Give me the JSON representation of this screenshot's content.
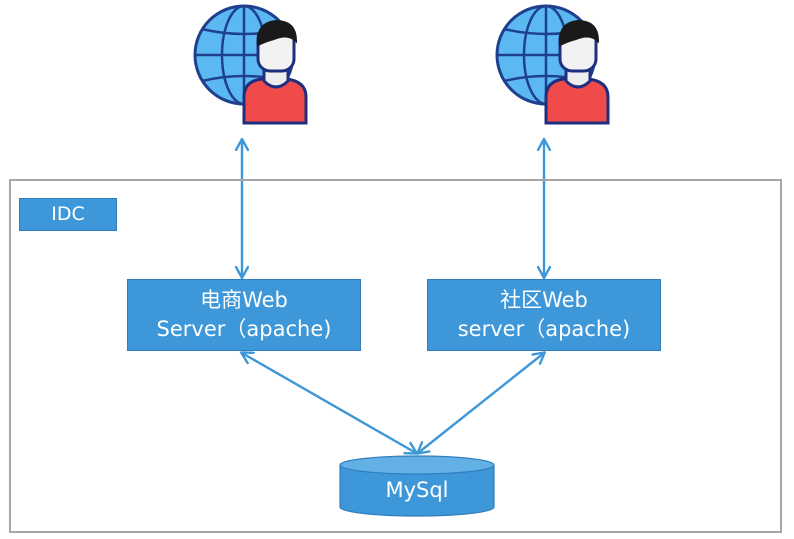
{
  "idc": {
    "label": "IDC"
  },
  "servers": [
    {
      "line1": "电商Web",
      "line2": "Server（apache)"
    },
    {
      "line1": "社区Web",
      "line2": "server（apache)"
    }
  ],
  "database": {
    "label": "MySql"
  },
  "icons": [
    "user-globe-icon",
    "user-globe-icon"
  ],
  "colors": {
    "box_fill": "#3d97d8",
    "arrow": "#3d97d8",
    "frame": "#a6a6a6",
    "globe": "#5bb8f0",
    "person_shirt": "#f04a4a",
    "person_face": "#f2f2f2",
    "person_hair": "#1a1a1a"
  }
}
